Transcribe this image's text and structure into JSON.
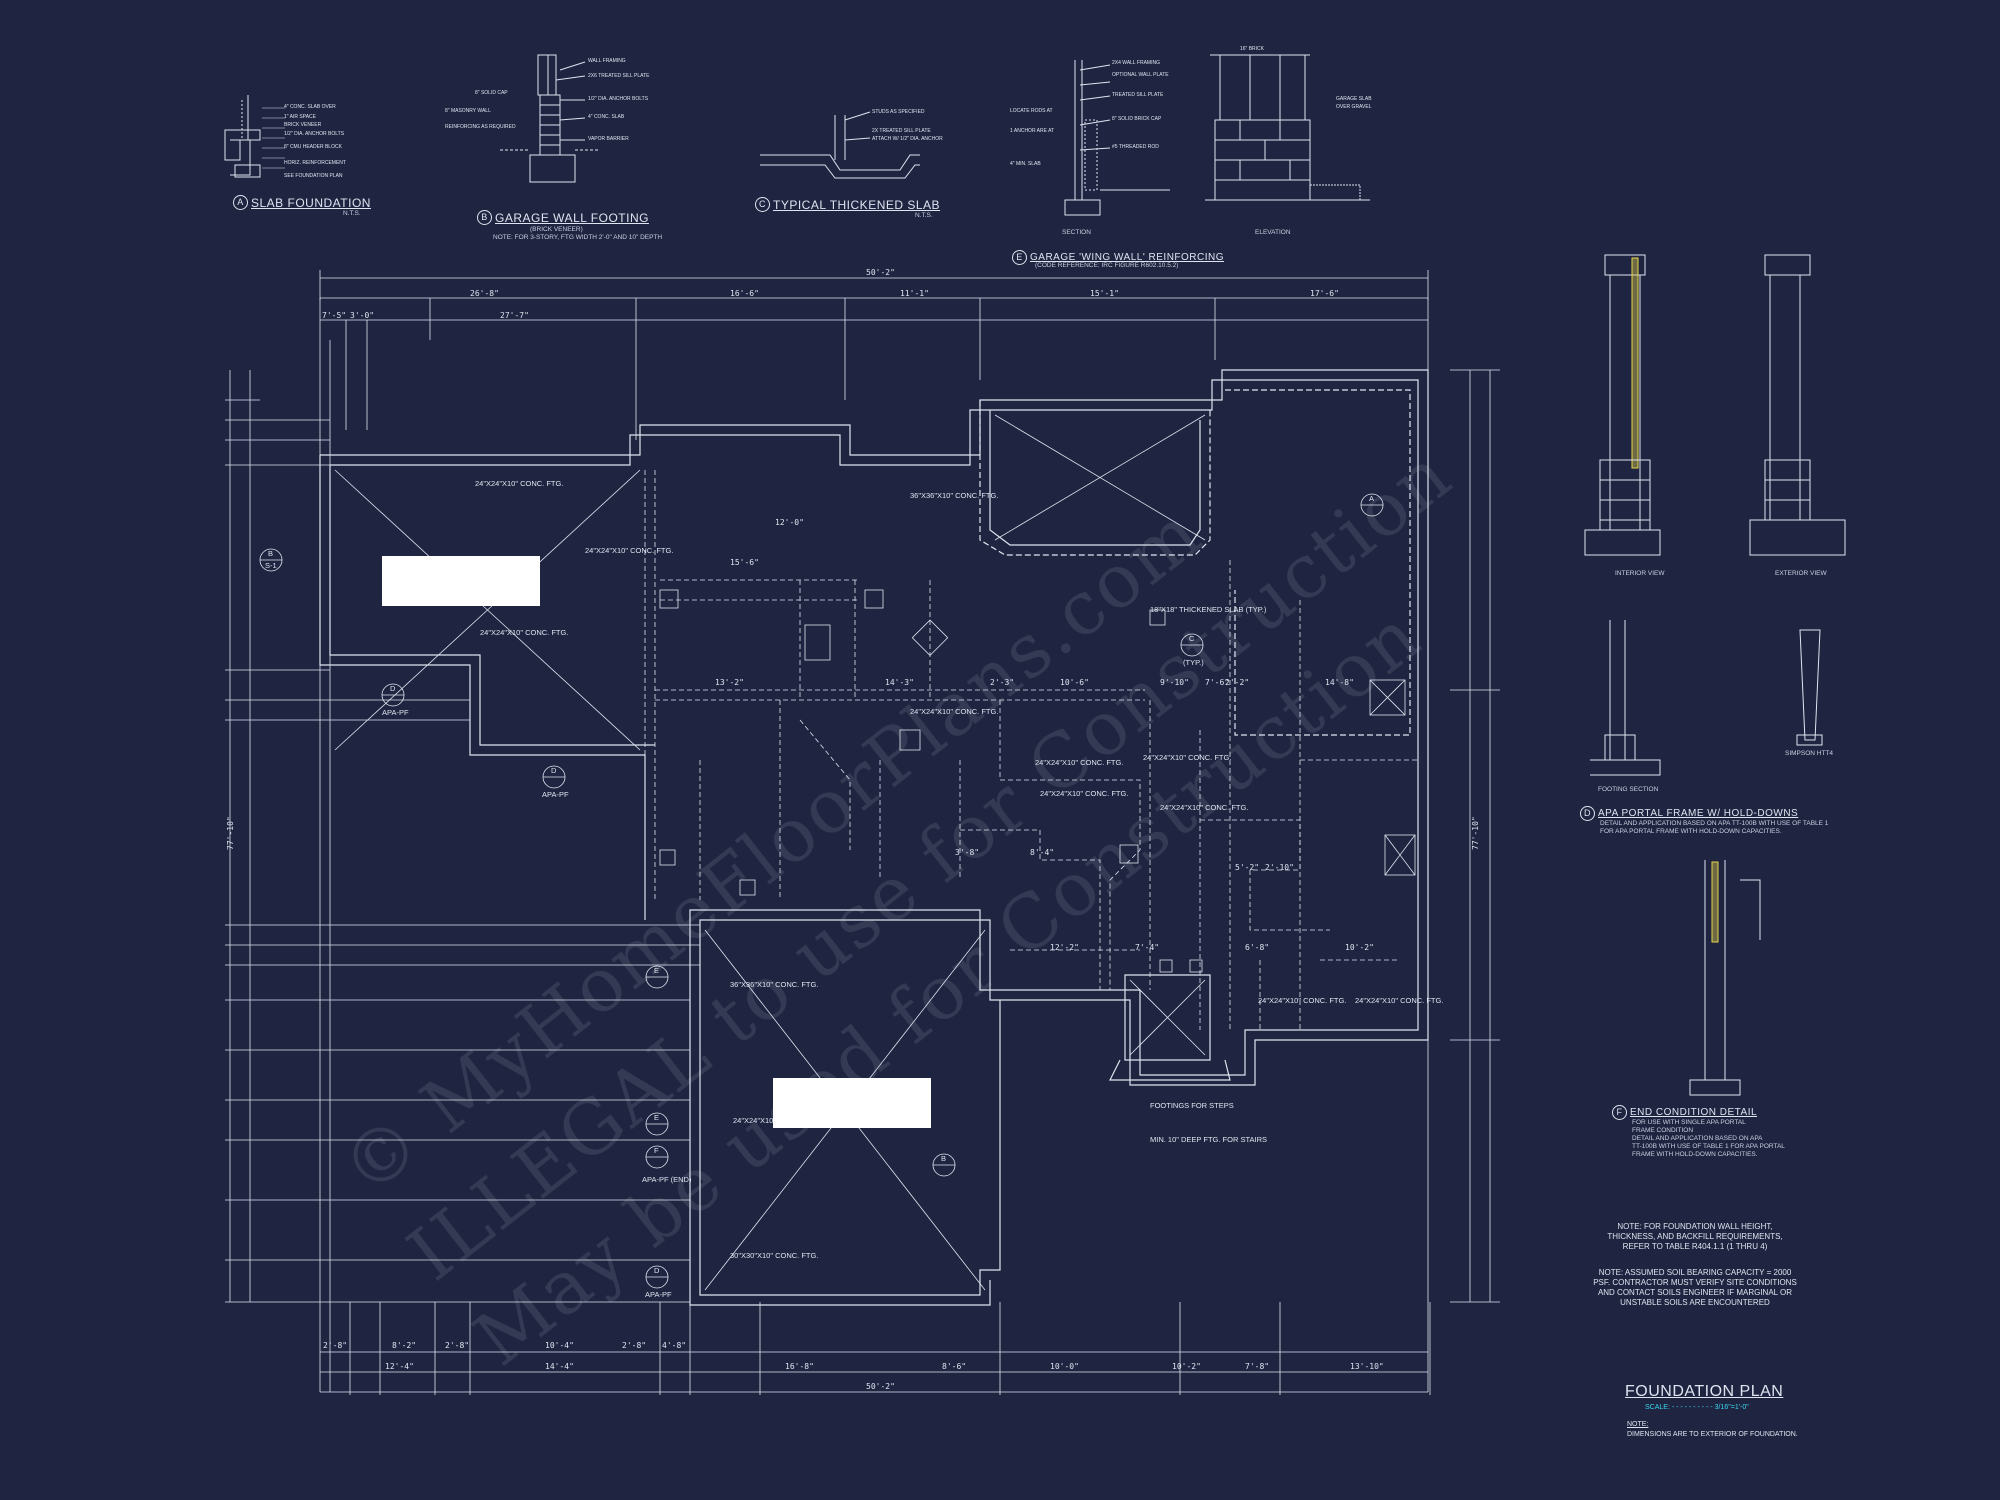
{
  "watermark": {
    "line1": "© MyHomeFloorPlans.com",
    "line2": "ILLEGAL to use for Construction",
    "line3": "May be used for Construction"
  },
  "details": {
    "a": {
      "id": "A",
      "title": "SLAB FOUNDATION",
      "scale": "N.T.S."
    },
    "b": {
      "id": "B",
      "title": "GARAGE WALL FOOTING",
      "sub1": "(BRICK VENEER)",
      "sub2": "NOTE: FOR 3-STORY, FTG WIDTH 2'-0\" AND 10\" DEPTH"
    },
    "c": {
      "id": "C",
      "title": "TYPICAL THICKENED SLAB",
      "scale": "N.T.S."
    },
    "e": {
      "id": "E",
      "title": "GARAGE 'WING WALL' REINFORCING",
      "sub1": "(CODE REFERENCE: IRC FIGURE R602.10.5.2)",
      "section": "SECTION",
      "elevation": "ELEVATION"
    },
    "d": {
      "id": "D",
      "title": "APA PORTAL FRAME W/ HOLD-DOWNS",
      "sub1": "DETAIL AND APPLICATION BASED ON APA TT-100B WITH USE OF TABLE 1",
      "sub2": "FOR APA PORTAL FRAME WITH HOLD-DOWN CAPACITIES.",
      "interior": "INTERIOR VIEW",
      "exterior": "EXTERIOR VIEW",
      "footing": "FOOTING SECTION",
      "simpson": "SIMPSON HTT4"
    },
    "f": {
      "id": "F",
      "title": "END CONDITION DETAIL",
      "sub1": "FOR USE WITH SINGLE APA PORTAL",
      "sub2": "FRAME CONDITION",
      "sub3": "DETAIL AND APPLICATION BASED ON APA",
      "sub4": "TT-100B WITH USE OF TABLE 1 FOR APA PORTAL",
      "sub5": "FRAME WITH HOLD-DOWN CAPACITIES."
    }
  },
  "notes": {
    "foundation_wall": [
      "NOTE: FOR FOUNDATION WALL HEIGHT,",
      "THICKNESS, AND BACKFILL REQUIREMENTS,",
      "REFER TO TABLE R404.1.1 (1 THRU 4)"
    ],
    "soil": [
      "NOTE: ASSUMED SOIL BEARING CAPACITY = 2000",
      "PSF. CONTRACTOR MUST VERIFY SITE CONDITIONS",
      "AND CONTACT SOILS ENGINEER IF MARGINAL OR",
      "UNSTABLE SOILS ARE ENCOUNTERED"
    ]
  },
  "plan": {
    "title": "FOUNDATION PLAN",
    "scale_label": "SCALE:",
    "scale_value": "3/16\"=1'-0\"",
    "note_label": "NOTE:",
    "note_text": "DIMENSIONS ARE TO EXTERIOR OF FOUNDATION.",
    "overall_dim": "50'-2\"",
    "overall_dim_bottom": "50'-2\"",
    "left_dim": "77'-10\"",
    "right_dim": "77'-10\"",
    "top_dims": [
      "26'-8\"",
      "16'-6\"",
      "11'-1\"",
      "15'-1\"",
      "17'-6\""
    ],
    "top_sub_dims": [
      "7'-5\"",
      "3'-0\"",
      "27'-7\""
    ],
    "bottom_dims": [
      "2'-8\"",
      "8'-2\"",
      "2'-8\"",
      "10'-4\"",
      "2'-8\"",
      "4'-8\"",
      "8'-6\"",
      "10'-0\"",
      "10'-2\"",
      "7'-8\"",
      "13'-10\""
    ],
    "bottom_sub_dims": [
      "12'-4\"",
      "14'-4\"",
      "16'-8\""
    ],
    "footings": {
      "f1": "24\"x24\"x10\" CONC. FTG.",
      "f2": "24\"x24\"x10\" CONC. FTG.",
      "f3": "36\"x36\"x10\" CONC. FTG.",
      "f4": "24\"x24\"x10\" CONC. FTG.",
      "f5": "24\"x24\"x10\" CONC. FTG.",
      "f6": "24\"x24\"x10\" CONC. FTG.",
      "f7": "24\"x24\"x10\" CONC. FTG.",
      "f8": "24\"x24\"x10\" CONC. FTG.",
      "f9": "36\"x36\"x10\" CONC. FTG.",
      "f10": "24\"x24\"x10\" CONC. FTG.",
      "f11": "30\"x30\"x10\" CONC. FTG.",
      "f12": "24\"x24\"x10\" CONC. FTG.",
      "f13": "24\"x24\"x10\" CONC. FTG.",
      "f14": "24\"x24\"x10\" CONC. FTG.",
      "thickened": "18\"x18\" THICKENED SLAB (TYP.)",
      "stairs1": "FOOTINGS FOR STEPS",
      "stairs2": "MIN. 10\" DEEP FTG. FOR STAIRS",
      "apa1": "APA-PF",
      "apa2": "APA-PF",
      "apa3": "APA-PF (END)",
      "apa4": "APA-PF",
      "typ": "(TYP.)"
    },
    "tags": {
      "a": "A",
      "b": "B",
      "c": "C",
      "d": "D",
      "e": "E",
      "f": "F",
      "s": "S-1"
    },
    "inner_dims": [
      "12'-0\"",
      "15'-6\"",
      "13'-2\"",
      "14'-3\"",
      "2'-3\"",
      "10'-6\"",
      "9'-10\"",
      "7'-6\"",
      "2'-2\"",
      "14'-8\"",
      "8'-4\"",
      "12'-2\"",
      "7'-4\"",
      "6'-8\"",
      "10'-2\"",
      "3'-8\"",
      "2'-10\"",
      "5'-2\""
    ]
  }
}
